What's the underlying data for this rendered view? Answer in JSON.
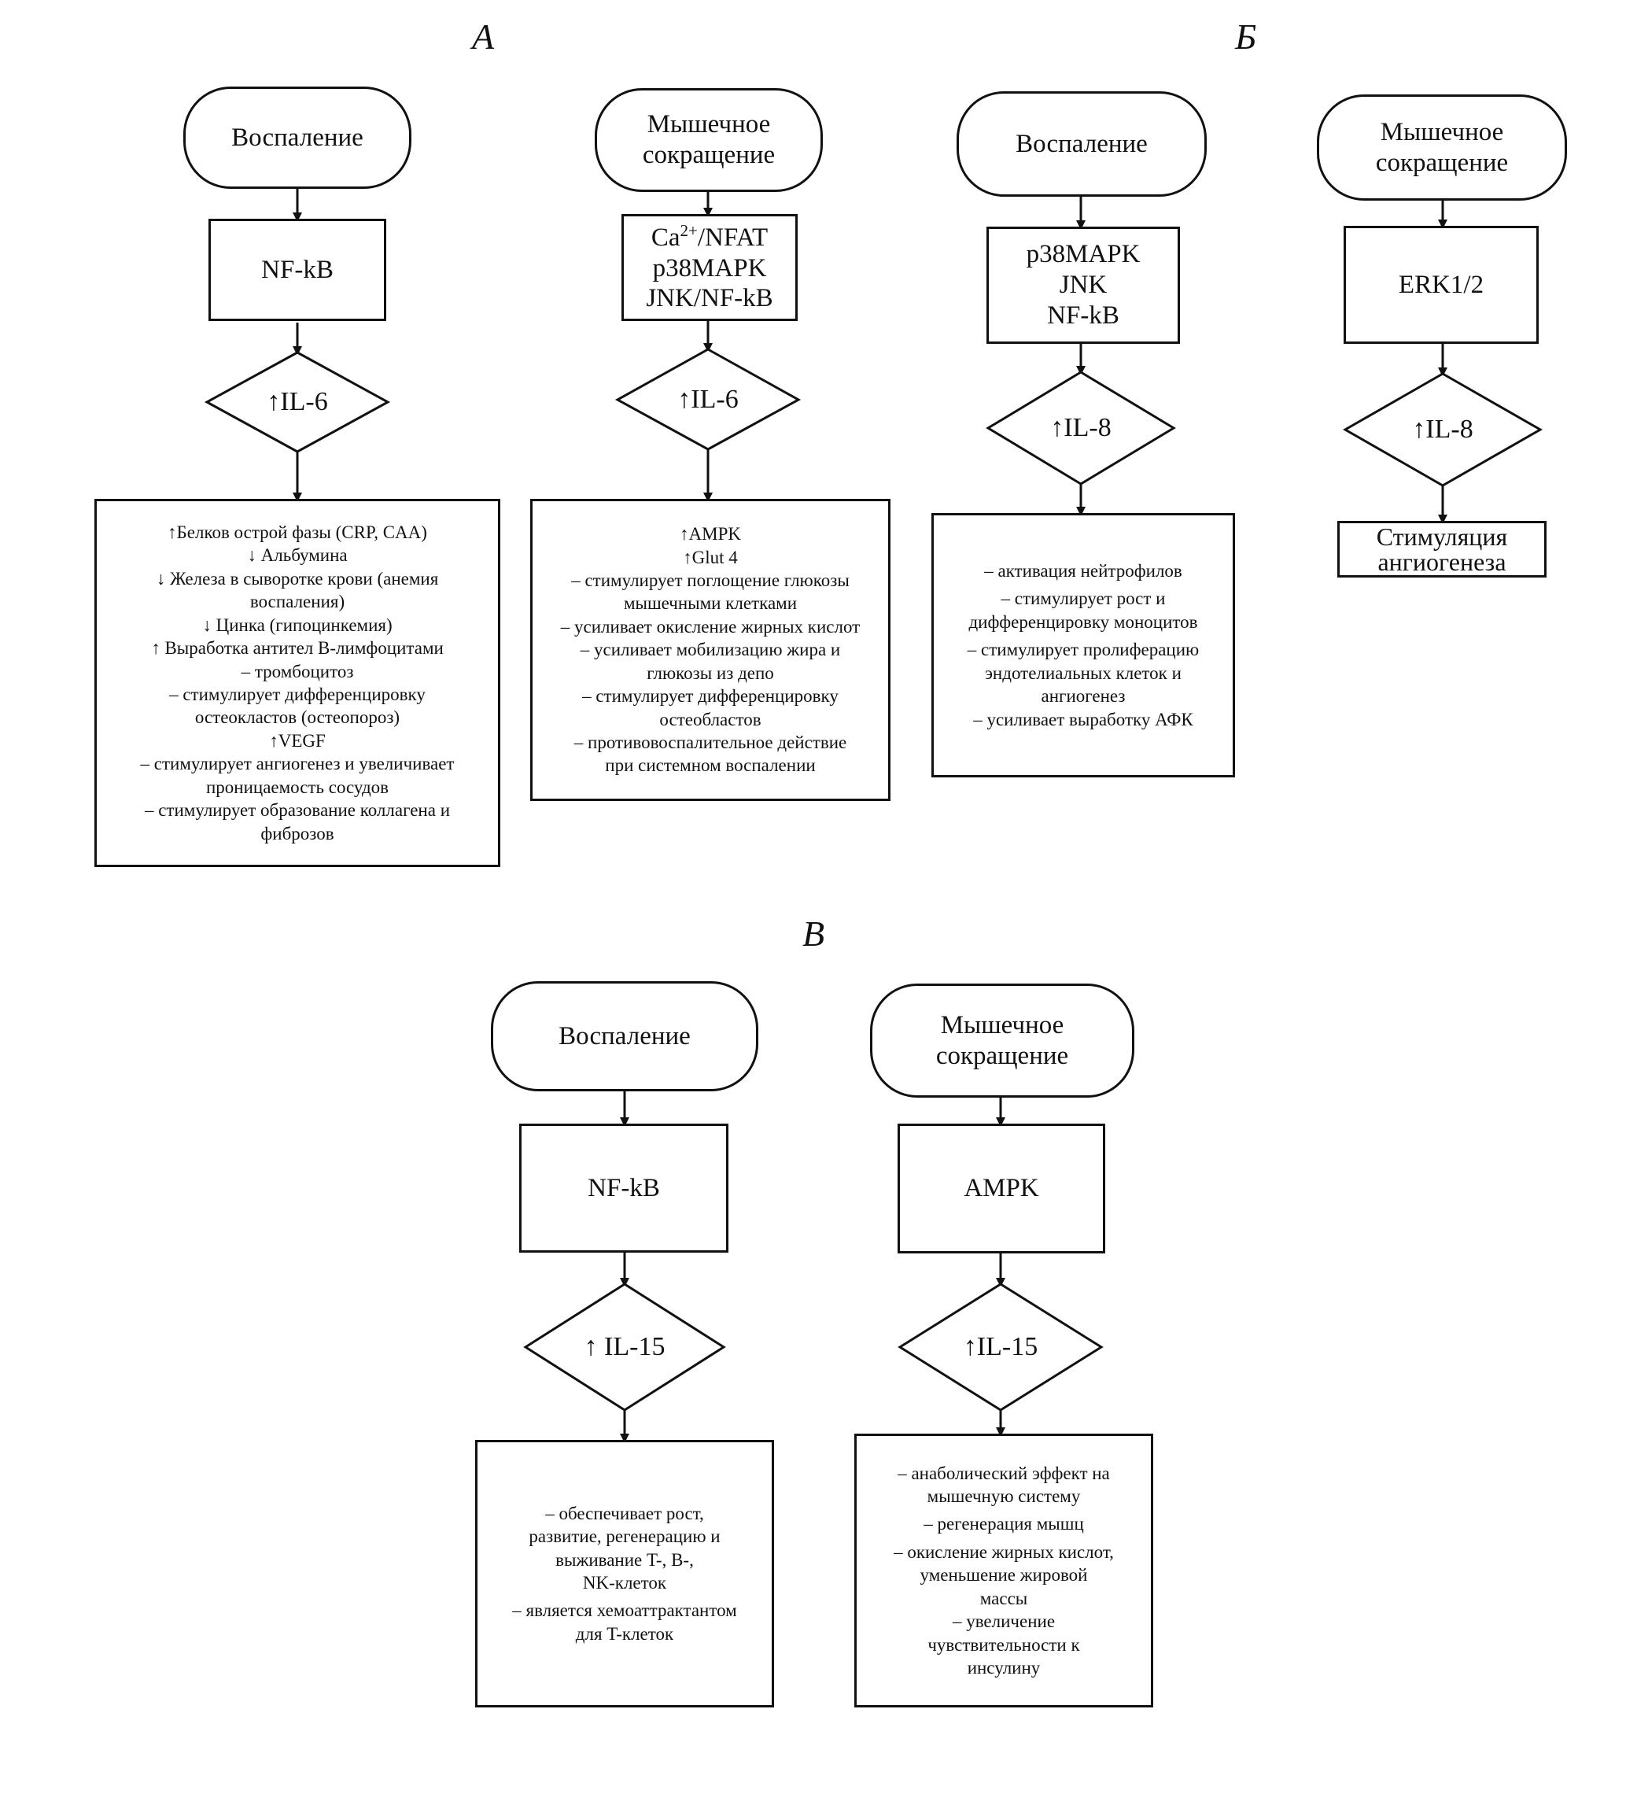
{
  "panels": {
    "a": "А",
    "b": "Б",
    "v": "В"
  },
  "flow_a_left": {
    "start": "Воспаление",
    "pathway": "NF-kB",
    "cytokine": "↑IL-6",
    "effects": [
      "↑Белков острой фазы (CRP, CAA)",
      "↓ Альбумина",
      "↓ Железа в сыворотке крови (анемия",
      "воспаления)",
      "↓ Цинка (гипоцинкемия)",
      "↑ Выработка антител B-лимфоцитами",
      "– тромбоцитоз",
      "– стимулирует дифференцировку",
      "остеокластов (остеопороз)",
      "↑VEGF",
      "– стимулирует ангиогенез и увеличивает",
      "проницаемость сосудов",
      "– стимулирует образование коллагена и",
      "фиброзов"
    ]
  },
  "flow_a_right": {
    "start_lines": [
      "Мышечное",
      "сокращение"
    ],
    "pathway_line1_base": "Ca",
    "pathway_line1_sup": "2+",
    "pathway_line1_rest": "/NFAT",
    "pathway_line2": "p38MAPK",
    "pathway_line3": "JNK/NF-kB",
    "cytokine": "↑IL-6",
    "effects": [
      "↑AMPK",
      "↑Glut 4",
      "– стимулирует поглощение глюкозы",
      "мышечными клетками",
      "– усиливает окисление жирных кислот",
      "– усиливает мобилизацию жира и",
      "глюкозы из депо",
      "– стимулирует дифференцировку",
      "остеобластов",
      "– противовоспалительное действие",
      "при системном воспалении"
    ]
  },
  "flow_b_left": {
    "start": "Воспаление",
    "pathway_lines": [
      "p38MAPK",
      "JNK",
      "NF-kB"
    ],
    "cytokine": "↑IL-8",
    "effects": [
      "– активация нейтрофилов",
      "– стимулирует рост и",
      "дифференцировку моноцитов",
      "– стимулирует пролиферацию",
      "эндотелиальных клеток и",
      "ангиогенез",
      "– усиливает выработку АФК"
    ]
  },
  "flow_b_right": {
    "start_lines": [
      "Мышечное",
      "сокращение"
    ],
    "pathway": "ERK1/2",
    "cytokine": "↑IL-8",
    "effect_lines": [
      "Стимуляция",
      "ангиогенеза"
    ]
  },
  "flow_v_left": {
    "start": "Воспаление",
    "pathway": "NF-kB",
    "cytokine": "↑ IL-15",
    "effects": [
      "– обеспечивает рост,",
      "развитие, регенерацию и",
      "выживание T-, B-,",
      "NK-клеток",
      "– является хемоаттрактантом",
      "для T-клеток"
    ]
  },
  "flow_v_right": {
    "start_lines": [
      "Мышечное",
      "сокращение"
    ],
    "pathway": "AMPK",
    "cytokine": "↑IL-15",
    "effects": [
      "– анаболический эффект на",
      "мышечную систему",
      "– регенерация мышц",
      "– окисление жирных кислот,",
      "уменьшение жировой",
      "массы",
      "– увеличение",
      "чувствительности к",
      "инсулину"
    ]
  }
}
